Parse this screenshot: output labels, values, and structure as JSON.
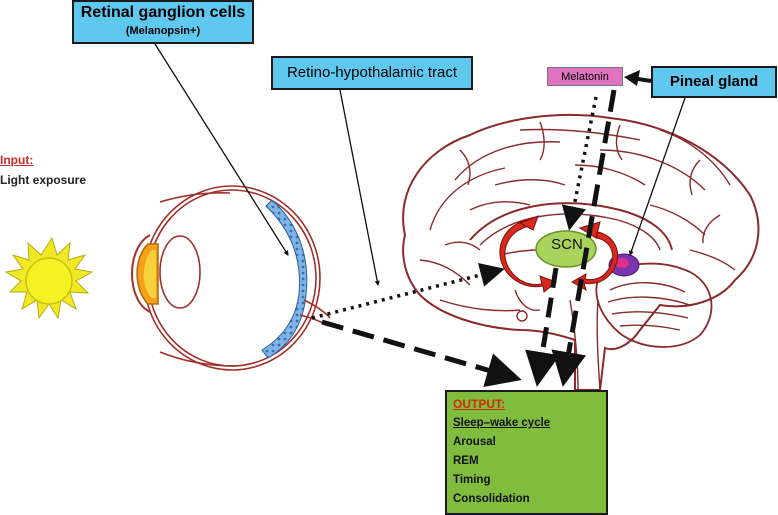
{
  "labels": {
    "ganglion_title": "Retinal ganglion cells",
    "ganglion_sub": "(Melanopsin+)",
    "rht": "Retino-hypothalamic tract",
    "melatonin": "Melatonin",
    "pineal": "Pineal gland",
    "scn": "SCN"
  },
  "input": {
    "title": "Input:",
    "desc": "Light exposure"
  },
  "output": {
    "title": "OUTPUT:",
    "items": [
      "Sleep–wake cycle",
      "Arousal",
      "REM",
      "Timing",
      "Consolidation"
    ]
  },
  "colors": {
    "label_box": "#5ec8ef",
    "melatonin_box": "#e073c0",
    "output_box": "#80bd3f",
    "input_title": "#cc2a2a",
    "output_title": "#d22a0a",
    "sun": "#f2f21e",
    "scn": "#a9d35a",
    "arrows_red": "#d9281c",
    "pineal": "#8a2ea6",
    "brain_outline": "#8a2a2a"
  }
}
